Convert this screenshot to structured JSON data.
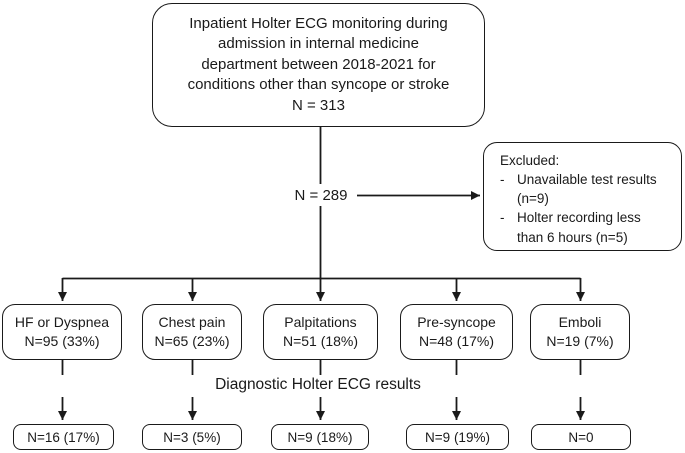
{
  "figure": {
    "type": "flow-diagram",
    "top_box": "Inpatient Holter ECG monitoring during\nadmission in internal medicine\ndepartment between 2018-2021 for\nconditions other than syncope or stroke\nN = 313",
    "post_exclusion_label": "N = 289",
    "excluded_box": {
      "title": "Excluded:",
      "bullet": "-",
      "items": [
        "Unavailable test results\n(n=9)",
        "Holter recording less\nthan 6 hours (n=5)"
      ]
    },
    "results_label": "Diagnostic Holter ECG results",
    "categories": [
      {
        "label": "HF or Dyspnea",
        "n": "N=95 (33%)",
        "result": "N=16 (17%)"
      },
      {
        "label": "Chest pain",
        "n": "N=65 (23%)",
        "result": "N=3 (5%)"
      },
      {
        "label": "Palpitations",
        "n": "N=51 (18%)",
        "result": "N=9 (18%)"
      },
      {
        "label": "Pre-syncope",
        "n": "N=48 (17%)",
        "result": "N=9 (19%)"
      },
      {
        "label": "Emboli",
        "n": "N=19 (7%)",
        "result": "N=0"
      }
    ]
  },
  "colors": {
    "stroke": "#1a1a1a",
    "text": "#1a1a1a",
    "background": "#ffffff"
  }
}
